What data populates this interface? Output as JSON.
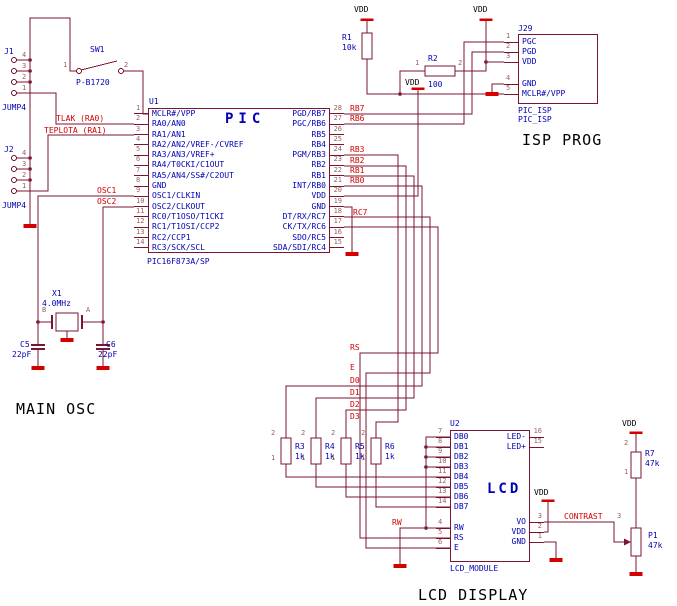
{
  "colors": {
    "wire": "#7a1430",
    "label_blue": "#0000b4",
    "net_red": "#d40000",
    "pin_number": "#986060",
    "caption_black": "#000000",
    "background": "#ffffff"
  },
  "captions": {
    "isp_prog": "ISP PROG",
    "main_osc": "MAIN OSC",
    "lcd_display": "LCD DISPLAY"
  },
  "power": {
    "vdd": "VDD"
  },
  "j1": {
    "ref": "J1",
    "value": "JUMP4",
    "pins": [
      "4",
      "3",
      "2",
      "1"
    ]
  },
  "j2": {
    "ref": "J2",
    "value": "JUMP4",
    "pins": [
      "4",
      "3",
      "2",
      "1"
    ]
  },
  "sw1": {
    "ref": "SW1",
    "value": "P-B1720",
    "pin1": "1",
    "pin2": "2"
  },
  "r1": {
    "ref": "R1",
    "value": "10k"
  },
  "r2": {
    "ref": "R2",
    "value": "100",
    "pin1": "1",
    "pin2": "2"
  },
  "r3": {
    "ref": "R3",
    "value": "1k",
    "pin_top": "2",
    "pin_bottom": "1"
  },
  "r4": {
    "ref": "R4",
    "value": "1k",
    "pin_top": "2",
    "pin_bottom": "1"
  },
  "r5": {
    "ref": "R5",
    "value": "1k",
    "pin_top": "2",
    "pin_bottom": "1"
  },
  "r6": {
    "ref": "R6",
    "value": "1k",
    "pin_top": "2",
    "pin_bottom": "1"
  },
  "r7": {
    "ref": "R7",
    "value": "47k",
    "pin_top": "2",
    "pin_bottom": "1"
  },
  "p1": {
    "ref": "P1",
    "value": "47k",
    "pin_wiper": "3"
  },
  "c5": {
    "ref": "C5",
    "value": "22pF"
  },
  "c6": {
    "ref": "C6",
    "value": "22pF"
  },
  "x1": {
    "ref": "X1",
    "value": "4.0MHz",
    "pin_b": "B",
    "pin_a": "A"
  },
  "j29": {
    "ref": "J29",
    "value1": "PIC_ISP",
    "value2": "PIC_ISP",
    "pins": [
      {
        "num": "1",
        "name": "PGC"
      },
      {
        "num": "2",
        "name": "PGD"
      },
      {
        "num": "3",
        "name": "VDD"
      },
      {
        "num": "4",
        "name": "GND"
      },
      {
        "num": "5",
        "name": "MCLR#/VPP"
      }
    ]
  },
  "u1": {
    "ref": "U1",
    "title": "PIC",
    "part": "PIC16F873A/SP",
    "left_pins": [
      {
        "num": "1",
        "name": "MCLR#/VPP"
      },
      {
        "num": "2",
        "name": "RA0/AN0"
      },
      {
        "num": "3",
        "name": "RA1/AN1"
      },
      {
        "num": "4",
        "name": "RA2/AN2/VREF-/CVREF"
      },
      {
        "num": "5",
        "name": "RA3/AN3/VREF+"
      },
      {
        "num": "6",
        "name": "RA4/T0CKI/C1OUT"
      },
      {
        "num": "7",
        "name": "RA5/AN4/SS#/C2OUT"
      },
      {
        "num": "8",
        "name": "GND"
      },
      {
        "num": "9",
        "name": "OSC1/CLKIN"
      },
      {
        "num": "10",
        "name": "OSC2/CLKOUT"
      },
      {
        "num": "11",
        "name": "RC0/T1OSO/T1CKI"
      },
      {
        "num": "12",
        "name": "RC1/T1OSI/CCP2"
      },
      {
        "num": "13",
        "name": "RC2/CCP1"
      },
      {
        "num": "14",
        "name": "RC3/SCK/SCL"
      }
    ],
    "right_pins": [
      {
        "num": "28",
        "name": "PGD/RB7"
      },
      {
        "num": "27",
        "name": "PGC/RB6"
      },
      {
        "num": "26",
        "name": "RB5"
      },
      {
        "num": "25",
        "name": "RB4"
      },
      {
        "num": "24",
        "name": "PGM/RB3"
      },
      {
        "num": "23",
        "name": "RB2"
      },
      {
        "num": "22",
        "name": "RB1"
      },
      {
        "num": "21",
        "name": "INT/RB0"
      },
      {
        "num": "20",
        "name": "VDD"
      },
      {
        "num": "19",
        "name": "GND"
      },
      {
        "num": "18",
        "name": "DT/RX/RC7"
      },
      {
        "num": "17",
        "name": "CK/TX/RC6"
      },
      {
        "num": "16",
        "name": "SDO/RC5"
      },
      {
        "num": "15",
        "name": "SDA/SDI/RC4"
      }
    ]
  },
  "u2": {
    "ref": "U2",
    "title": "LCD",
    "part": "LCD_MODULE",
    "left_pins": [
      {
        "num": "7",
        "name": "DB0"
      },
      {
        "num": "8",
        "name": "DB1"
      },
      {
        "num": "9",
        "name": "DB2"
      },
      {
        "num": "10",
        "name": "DB3"
      },
      {
        "num": "11",
        "name": "DB4"
      },
      {
        "num": "12",
        "name": "DB5"
      },
      {
        "num": "13",
        "name": "DB6"
      },
      {
        "num": "14",
        "name": "DB7"
      }
    ],
    "left_pins2": [
      {
        "num": "4",
        "name": "RW"
      },
      {
        "num": "5",
        "name": "RS"
      },
      {
        "num": "6",
        "name": "E"
      }
    ],
    "right_pins_top": [
      {
        "num": "16",
        "name": "LED-"
      },
      {
        "num": "15",
        "name": "LED+"
      }
    ],
    "right_pins_bottom": [
      {
        "num": "3",
        "name": "VO"
      },
      {
        "num": "2",
        "name": "VDD"
      },
      {
        "num": "1",
        "name": "GND"
      }
    ]
  },
  "net_labels": {
    "tlak": "TLAK (RA0)",
    "teplota": "TEPLOTA (RA1)",
    "osc1": "OSC1",
    "osc2": "OSC2",
    "rb7": "RB7",
    "rb6": "RB6",
    "rb3": "RB3",
    "rb2": "RB2",
    "rb1": "RB1",
    "rb0": "RB0",
    "rc7": "RC7",
    "rs": "RS",
    "e": "E",
    "d0": "D0",
    "d1": "D1",
    "d2": "D2",
    "d3": "D3",
    "rw": "RW",
    "contrast": "CONTRAST"
  }
}
